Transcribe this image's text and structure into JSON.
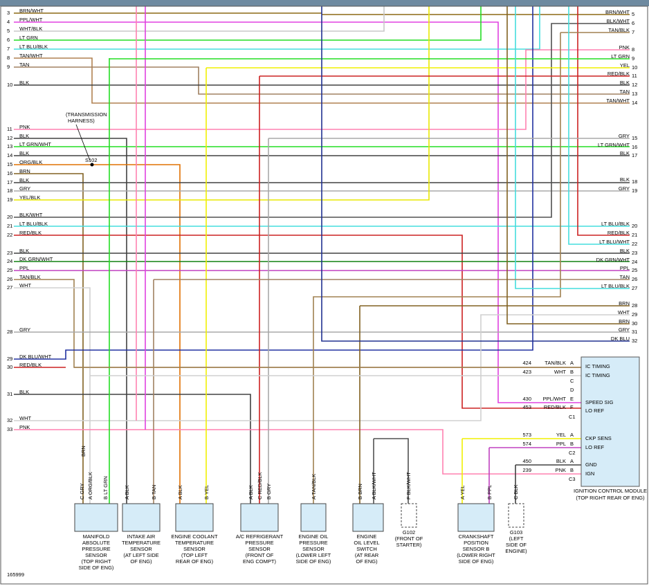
{
  "header_color": "#6e8aa0",
  "figure_id": "165999",
  "colors": {
    "BRN/WHT": "#8b6914",
    "PPL/WHT": "#e040e0",
    "WHT/BLK": "#c8c8c8",
    "LT GRN": "#22dd22",
    "LT BLU/BLK": "#44dddd",
    "TAN/WHT": "#b08050",
    "TAN": "#a08060",
    "BLK": "#404040",
    "PNK": "#ff80b0",
    "LT GRN/WHT": "#22dd22",
    "ORG/BLK": "#e07000",
    "BRN": "#806020",
    "GRY": "#a8a8a8",
    "YEL/BLK": "#e8e800",
    "BLK/WHT": "#505050",
    "RED/BLK": "#cc2020",
    "DK GRN/WHT": "#108010",
    "PPL": "#c040c0",
    "TAN/BLK": "#a08050",
    "WHT": "#d0d0d0",
    "DK BLU/WHT": "#2030a0",
    "YEL": "#f0f000",
    "RED/BLK2": "#cc2020",
    "LT BLU/WHT": "#44dddd",
    "DK BLU": "#203090",
    "BLK/WHT2": "#505050"
  },
  "left_rows": [
    {
      "n": "3",
      "label": "BRN/WHT"
    },
    {
      "n": "4",
      "label": "PPL/WHT"
    },
    {
      "n": "5",
      "label": "WHT/BLK"
    },
    {
      "n": "6",
      "label": "LT GRN"
    },
    {
      "n": "7",
      "label": "LT BLU/BLK"
    },
    {
      "n": "8",
      "label": "TAN/WHT"
    },
    {
      "n": "9",
      "label": "TAN"
    },
    {
      "n": "10",
      "label": "BLK"
    },
    {
      "n": "11",
      "label": "PNK"
    },
    {
      "n": "12",
      "label": "BLK"
    },
    {
      "n": "13",
      "label": "LT GRN/WHT"
    },
    {
      "n": "14",
      "label": "BLK"
    },
    {
      "n": "15",
      "label": "ORG/BLK"
    },
    {
      "n": "16",
      "label": "BRN"
    },
    {
      "n": "17",
      "label": "BLK"
    },
    {
      "n": "18",
      "label": "GRY"
    },
    {
      "n": "19",
      "label": "YEL/BLK"
    },
    {
      "n": "20",
      "label": "BLK/WHT"
    },
    {
      "n": "21",
      "label": "LT BLU/BLK"
    },
    {
      "n": "22",
      "label": "RED/BLK"
    },
    {
      "n": "23",
      "label": "BLK"
    },
    {
      "n": "24",
      "label": "DK GRN/WHT"
    },
    {
      "n": "25",
      "label": "PPL"
    },
    {
      "n": "26",
      "label": "TAN/BLK"
    },
    {
      "n": "27",
      "label": "WHT"
    },
    {
      "n": "28",
      "label": "GRY"
    },
    {
      "n": "29",
      "label": "DK BLU/WHT"
    },
    {
      "n": "30",
      "label": "RED/BLK"
    },
    {
      "n": "31",
      "label": "BLK"
    },
    {
      "n": "32",
      "label": "WHT"
    },
    {
      "n": "33",
      "label": "PNK"
    }
  ],
  "right_rows": [
    {
      "n": "5",
      "label": "BRN/WHT"
    },
    {
      "n": "6",
      "label": "BLK/WHT"
    },
    {
      "n": "7",
      "label": "TAN/BLK"
    },
    {
      "n": "8",
      "label": "PNK"
    },
    {
      "n": "9",
      "label": "LT GRN"
    },
    {
      "n": "10",
      "label": "YEL"
    },
    {
      "n": "11",
      "label": "RED/BLK"
    },
    {
      "n": "12",
      "label": "BLK"
    },
    {
      "n": "13",
      "label": "TAN"
    },
    {
      "n": "14",
      "label": "TAN/WHT"
    },
    {
      "n": "15",
      "label": "GRY"
    },
    {
      "n": "16",
      "label": "LT GRN/WHT"
    },
    {
      "n": "17",
      "label": "BLK"
    },
    {
      "n": "18",
      "label": "BLK"
    },
    {
      "n": "19",
      "label": "GRY"
    },
    {
      "n": "20",
      "label": "LT BLU/BLK"
    },
    {
      "n": "21",
      "label": "RED/BLK"
    },
    {
      "n": "22",
      "label": "LT BLU/WHT"
    },
    {
      "n": "23",
      "label": "BLK"
    },
    {
      "n": "24",
      "label": "DK GRN/WHT"
    },
    {
      "n": "25",
      "label": "PPL"
    },
    {
      "n": "26",
      "label": "TAN"
    },
    {
      "n": "27",
      "label": "LT BLU/BLK"
    },
    {
      "n": "28",
      "label": "BRN"
    },
    {
      "n": "29",
      "label": "WHT"
    },
    {
      "n": "30",
      "label": "BRN"
    },
    {
      "n": "31",
      "label": "GRY"
    },
    {
      "n": "32",
      "label": "DK BLU"
    }
  ],
  "transmission_harness_label": "(TRANSMISSION HARNESS)",
  "splice_label": "S102",
  "icm": {
    "title": "IGNITION CONTROL MODULE",
    "subtitle": "(TOP RIGHT REAR OF ENG)",
    "c1_pins": [
      {
        "circ": "424",
        "color": "TAN/BLK",
        "pin": "A",
        "func": "IC TIMING"
      },
      {
        "circ": "423",
        "color": "WHT",
        "pin": "B",
        "func": "IC TIMING"
      },
      {
        "circ": "",
        "color": "",
        "pin": "C",
        "func": ""
      },
      {
        "circ": "",
        "color": "",
        "pin": "D",
        "func": ""
      },
      {
        "circ": "430",
        "color": "PPL/WHT",
        "pin": "E",
        "func": "SPEED SIG"
      },
      {
        "circ": "453",
        "color": "RED/BLK",
        "pin": "F",
        "func": "LO REF"
      }
    ],
    "c1": "C1",
    "c2_pins": [
      {
        "circ": "573",
        "color": "YEL",
        "pin": "A",
        "func": "CKP SENS"
      },
      {
        "circ": "574",
        "color": "PPL",
        "pin": "B",
        "func": "LO REF"
      }
    ],
    "c2": "C2",
    "c3_pins": [
      {
        "circ": "450",
        "color": "BLK",
        "pin": "A",
        "func": "GND"
      },
      {
        "circ": "239",
        "color": "PNK",
        "pin": "B",
        "func": "IGN"
      }
    ],
    "c3": "C3"
  },
  "components": [
    {
      "name": "MANIFOLD ABSOLUTE PRESSURE SENSOR",
      "loc": "(TOP RIGHT SIDE OF ENG)",
      "pins": [
        "C GRY",
        "A ORG/BLK",
        "B LT GRN"
      ],
      "extra": "BRN"
    },
    {
      "name": "INTAKE AIR TEMPERATURE SENSOR",
      "loc": "(AT LEFT SIDE OF ENG)",
      "pins": [
        "A BLK",
        "B TAN"
      ]
    },
    {
      "name": "ENGINE COOLANT TEMPERATURE SENSOR",
      "loc": "(TOP LEFT REAR OF ENG)",
      "pins": [
        "A BLK",
        "B YEL"
      ]
    },
    {
      "name": "A/C REFRIGERANT PRESSURE SENSOR",
      "loc": "(FRONT OF ENG COMPT)",
      "pins": [
        "A BLK",
        "C RED/BLK",
        "B GRY"
      ]
    },
    {
      "name": "ENGINE OIL PRESSURE SENSOR",
      "loc": "(LOWER LEFT SIDE OF ENG)",
      "pins": [
        "A TAN/BLK"
      ]
    },
    {
      "name": "ENGINE OIL LEVEL SWITCH",
      "loc": "(AT REAR OF ENG)",
      "pins": [
        "B BRN",
        "A BLK/WHT"
      ]
    },
    {
      "name": "G102",
      "loc": "(FRONT OF STARTER)",
      "pins": [
        "F BLK/WHT"
      ]
    },
    {
      "name": "CRANKSHAFT POSITION SENSOR B",
      "loc": "(LOWER RIGHT SIDE OF ENG)",
      "pins": [
        "A YEL",
        "B PPL"
      ]
    },
    {
      "name": "G103",
      "loc": "(LEFT SIDE OF ENGINE)",
      "pins": [
        "C BLK"
      ]
    }
  ]
}
